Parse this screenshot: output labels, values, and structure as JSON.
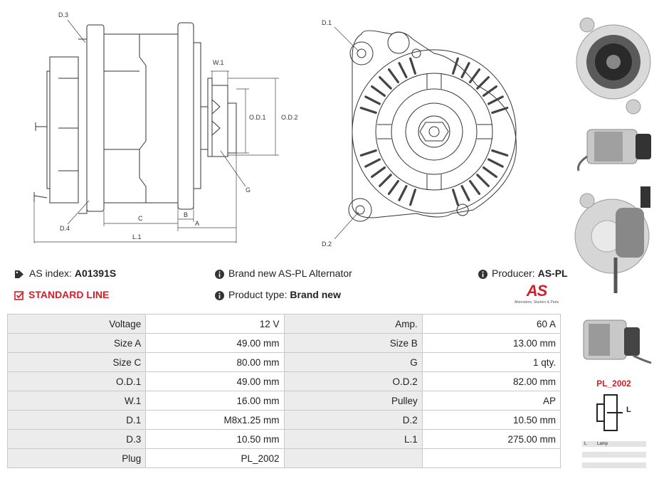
{
  "diagram_labels": {
    "d3": "D.3",
    "d4": "D.4",
    "w1": "W.1",
    "od1": "O.D.1",
    "od2": "O.D.2",
    "g": "G",
    "b": "B",
    "c": "C",
    "a": "A",
    "l1": "L.1",
    "d1": "D.1",
    "d2": "D.2"
  },
  "info": {
    "as_index_label": "AS index:",
    "as_index_value": "A01391S",
    "line_label": "STANDARD LINE",
    "brand_text": "Brand new AS-PL Alternator",
    "product_type_label": "Product type:",
    "product_type_value": "Brand new",
    "producer_label": "Producer:",
    "producer_value": "AS-PL"
  },
  "logo": {
    "mark": "AS",
    "tagline": "Alternators, Starters & Parts"
  },
  "specs": [
    {
      "l1": "Voltage",
      "v1": "12 V",
      "l2": "Amp.",
      "v2": "60 A"
    },
    {
      "l1": "Size A",
      "v1": "49.00 mm",
      "l2": "Size B",
      "v2": "13.00 mm"
    },
    {
      "l1": "Size C",
      "v1": "80.00 mm",
      "l2": "G",
      "v2": "1 qty."
    },
    {
      "l1": "O.D.1",
      "v1": "49.00 mm",
      "l2": "O.D.2",
      "v2": "82.00 mm"
    },
    {
      "l1": "W.1",
      "v1": "16.00 mm",
      "l2": "Pulley",
      "v2": "AP"
    },
    {
      "l1": "D.1",
      "v1": "M8x1.25 mm",
      "l2": "D.2",
      "v2": "10.50 mm"
    },
    {
      "l1": "D.3",
      "v1": "10.50 mm",
      "l2": "L.1",
      "v2": "275.00 mm"
    },
    {
      "l1": "Plug",
      "v1": "PL_2002",
      "l2": "",
      "v2": ""
    }
  ],
  "plug": {
    "code": "PL_2002",
    "pin_label": "L",
    "legend_pin": "L",
    "legend_desc": "Lamp"
  },
  "colors": {
    "accent_red": "#d0202a",
    "table_label_bg": "#ececec",
    "table_border": "#c9c9c9"
  }
}
